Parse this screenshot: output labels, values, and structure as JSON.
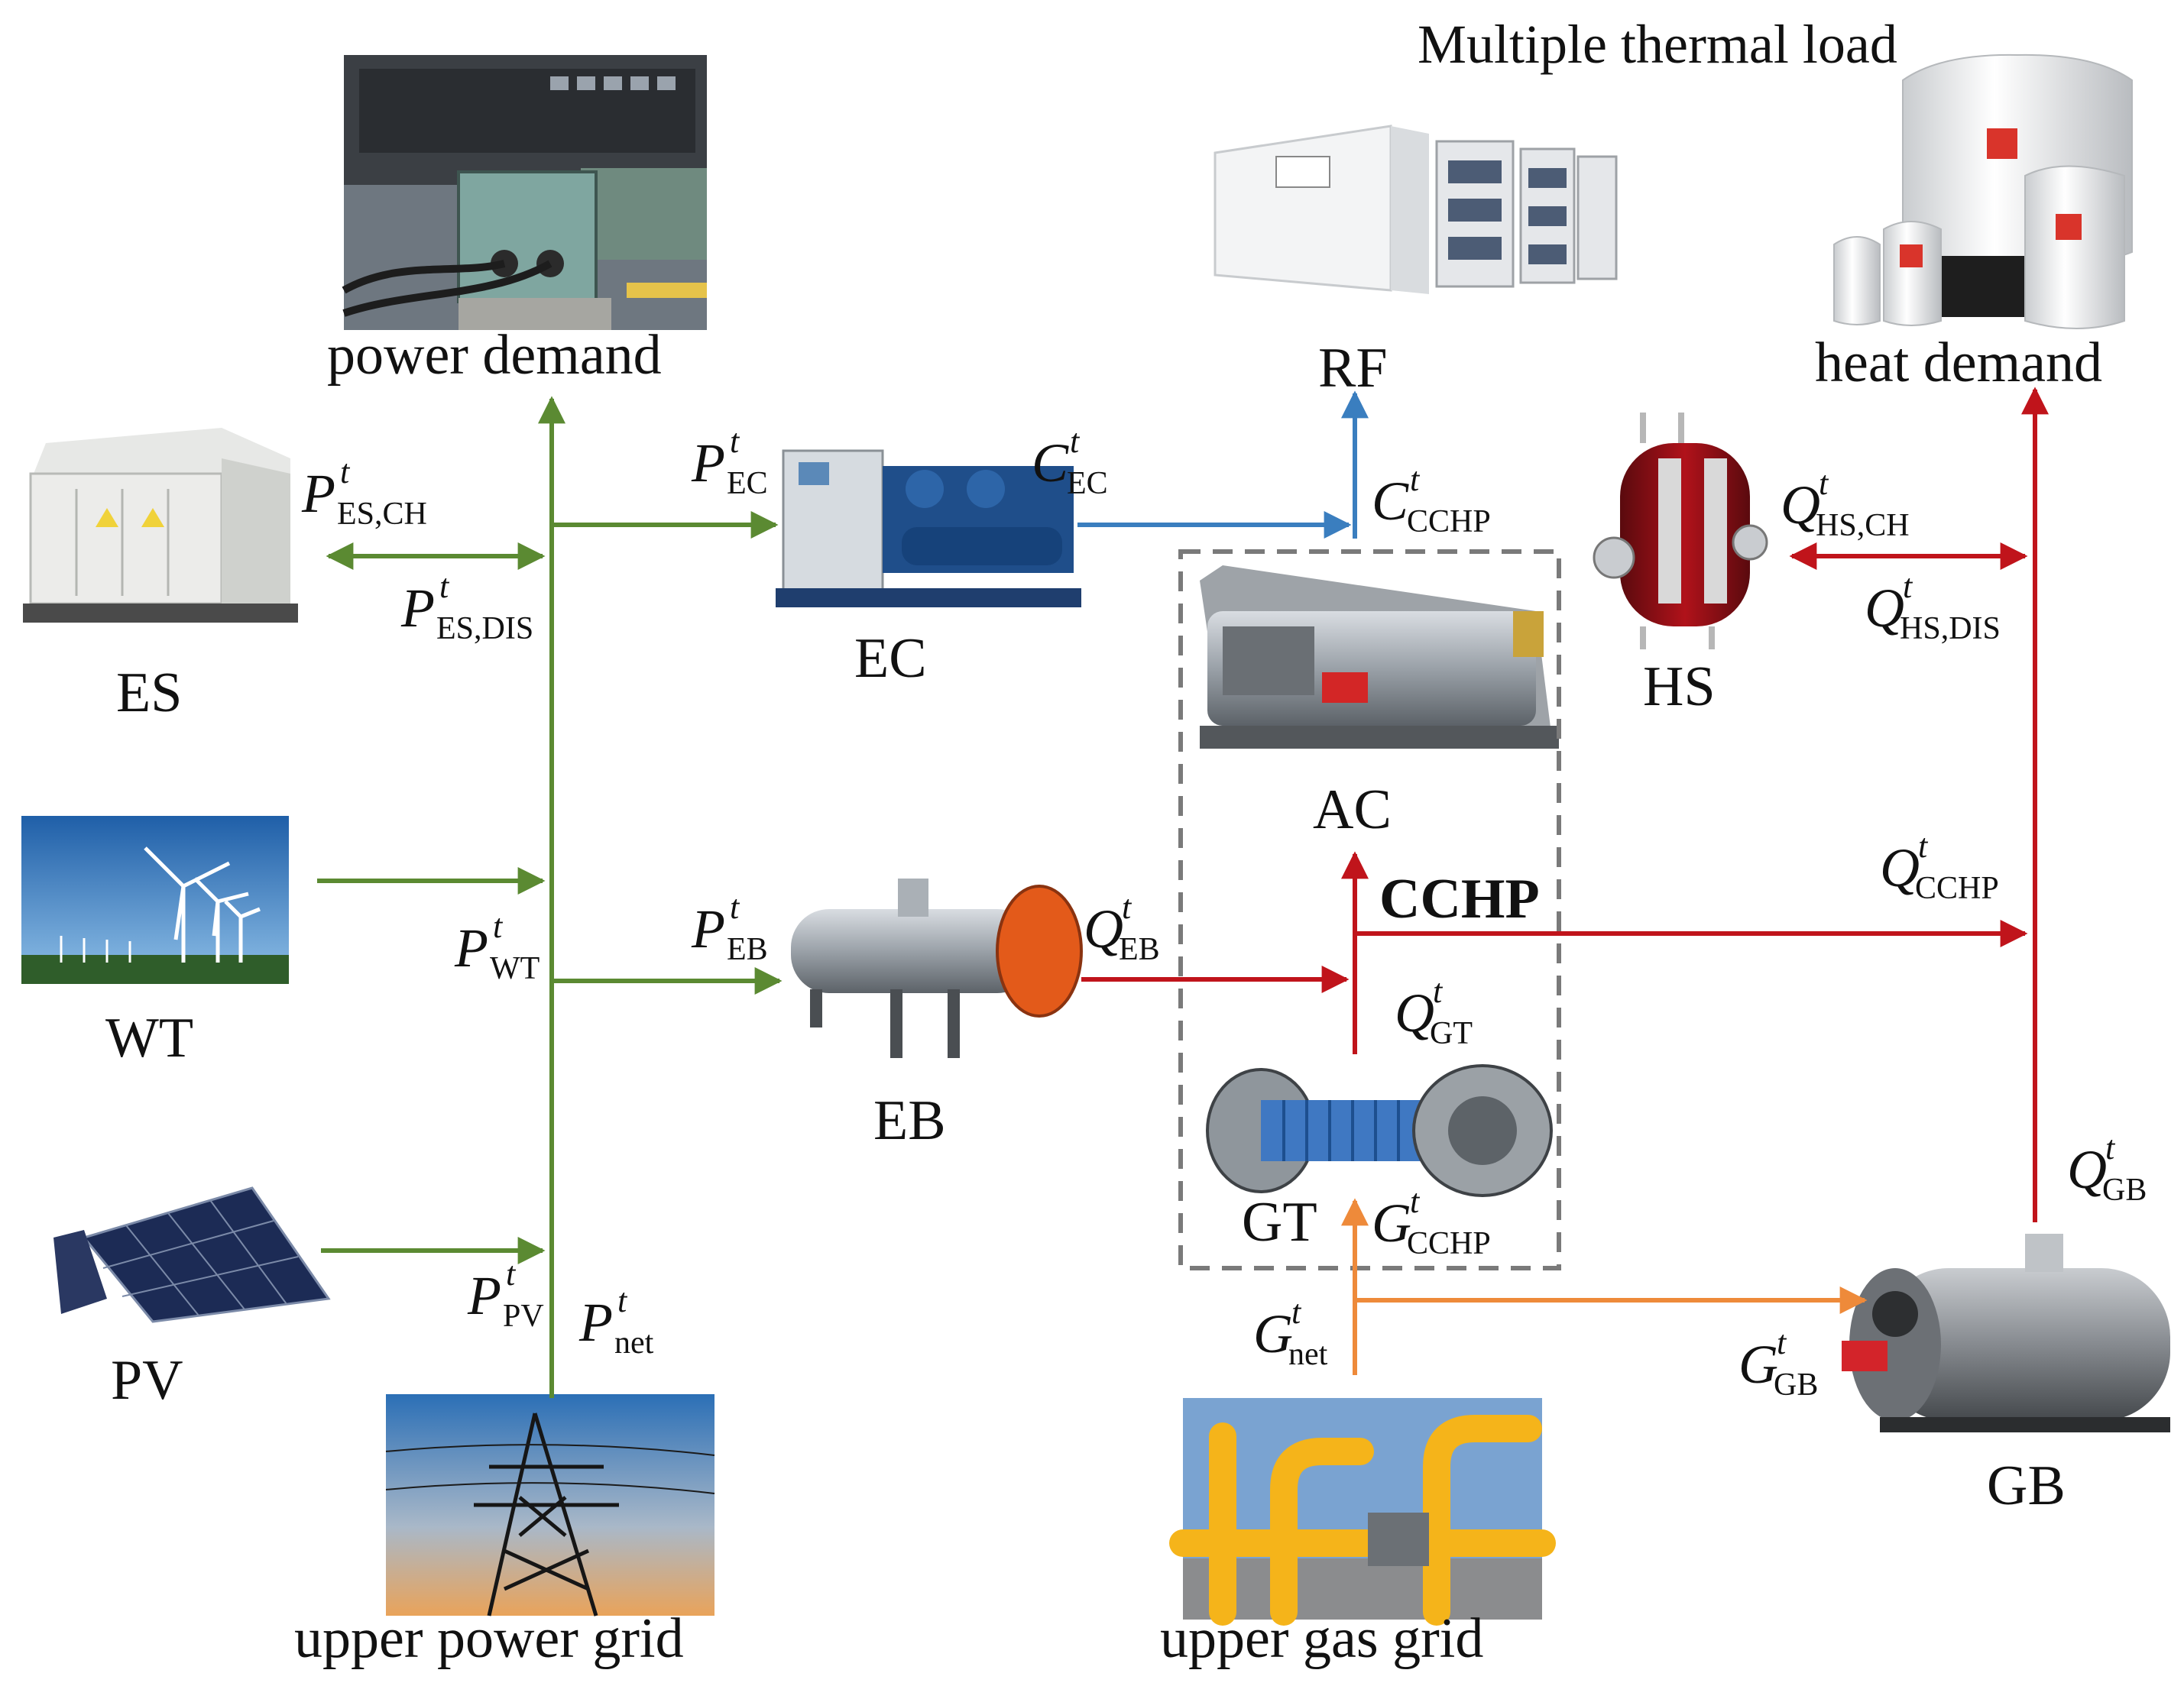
{
  "title": "Multiple thermal load",
  "nodes": {
    "power_demand": "power demand",
    "es": "ES",
    "wt": "WT",
    "pv": "PV",
    "upper_power_grid": "upper power grid",
    "ec": "EC",
    "eb": "EB",
    "rf": "RF",
    "ac": "AC",
    "cchp": "CCHP",
    "gt": "GT",
    "upper_gas_grid": "upper gas grid",
    "hs": "HS",
    "heat_demand": "heat demand",
    "gb": "GB"
  },
  "symbols": {
    "p_es_ch": {
      "base": "P",
      "sup": "t",
      "sub": "ES,CH"
    },
    "p_es_dis": {
      "base": "P",
      "sup": "t",
      "sub": "ES,DIS"
    },
    "p_ec": {
      "base": "P",
      "sup": "t",
      "sub": "EC"
    },
    "c_ec": {
      "base": "C",
      "sup": "t",
      "sub": "EC"
    },
    "c_cchp": {
      "base": "C",
      "sup": "t",
      "sub": "CCHP"
    },
    "p_wt": {
      "base": "P",
      "sup": "t",
      "sub": "WT"
    },
    "p_eb": {
      "base": "P",
      "sup": "t",
      "sub": "EB"
    },
    "q_eb": {
      "base": "Q",
      "sup": "t",
      "sub": "EB"
    },
    "q_gt": {
      "base": "Q",
      "sup": "t",
      "sub": "GT"
    },
    "g_cchp": {
      "base": "G",
      "sup": "t",
      "sub": "CCHP"
    },
    "p_pv": {
      "base": "P",
      "sup": "t",
      "sub": "PV"
    },
    "p_net": {
      "base": "P",
      "sup": "t",
      "sub": "net"
    },
    "g_net": {
      "base": "G",
      "sup": "t",
      "sub": "net"
    },
    "q_hs_ch": {
      "base": "Q",
      "sup": "t",
      "sub": "HS,CH"
    },
    "q_hs_dis": {
      "base": "Q",
      "sup": "t",
      "sub": "HS,DIS"
    },
    "q_cchp": {
      "base": "Q",
      "sup": "t",
      "sub": "CCHP"
    },
    "q_gb": {
      "base": "Q",
      "sup": "t",
      "sub": "GB"
    },
    "g_gb": {
      "base": "G",
      "sup": "t",
      "sub": "GB"
    }
  },
  "colors": {
    "electric": "#5b8a32",
    "cooling": "#3a7ebf",
    "heat": "#c0141b",
    "gas": "#ee8a3a",
    "boundary": "#7a7a7a"
  }
}
